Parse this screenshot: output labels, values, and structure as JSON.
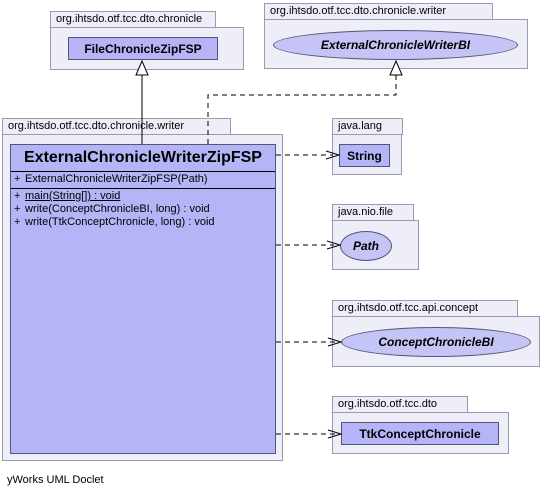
{
  "packages": {
    "chronicle": "org.ihtsdo.otf.tcc.dto.chronicle",
    "chronicle_writer_top": "org.ihtsdo.otf.tcc.dto.chronicle.writer",
    "chronicle_writer_main": "org.ihtsdo.otf.tcc.dto.chronicle.writer",
    "java_lang": "java.lang",
    "java_nio_file": "java.nio.file",
    "api_concept": "org.ihtsdo.otf.tcc.api.concept",
    "dto": "org.ihtsdo.otf.tcc.dto"
  },
  "classes": {
    "file_chronicle_zip_fsp": "FileChronicleZipFSP",
    "external_chronicle_writer_bi": "ExternalChronicleWriterBI",
    "string": "String",
    "path": "Path",
    "concept_chronicle_bi": "ConceptChronicleBI",
    "ttk_concept_chronicle": "TtkConceptChronicle"
  },
  "main_class": {
    "name": "ExternalChronicleWriterZipFSP",
    "constructors": [
      {
        "visibility": "+",
        "signature": "ExternalChronicleWriterZipFSP(Path)"
      }
    ],
    "methods": [
      {
        "visibility": "+",
        "signature": "main(String[]) : void",
        "static": true
      },
      {
        "visibility": "+",
        "signature": "write(ConceptChronicleBI, long) : void",
        "static": false
      },
      {
        "visibility": "+",
        "signature": "write(TtkConceptChronicle, long) : void",
        "static": false
      }
    ]
  },
  "footer": "yWorks UML Doclet",
  "colors": {
    "package_fill": "#eeeef8",
    "package_border": "#9a9ab0",
    "class_fill": "#b4b4f6",
    "interface_fill": "#c4c4f6",
    "class_border": "#555575"
  }
}
